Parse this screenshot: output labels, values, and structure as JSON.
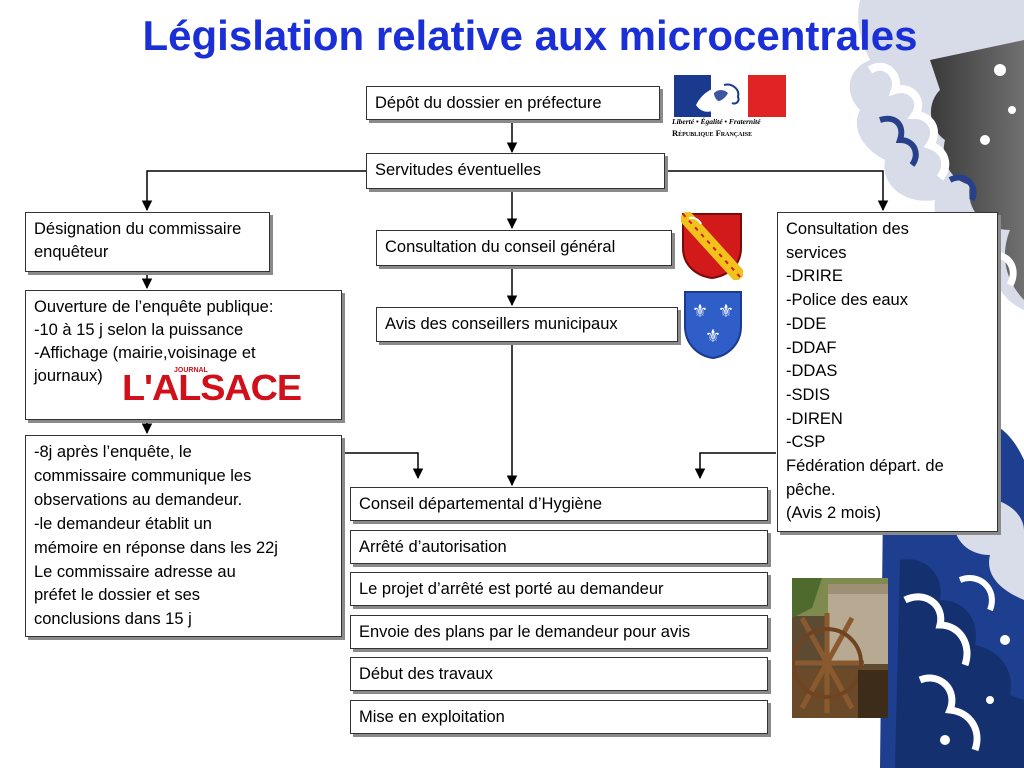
{
  "title": "Législation relative aux microcentrales",
  "boxes": {
    "depot": [
      "Dépôt du dossier en préfecture"
    ],
    "servitudes": [
      "Servitudes éventuelles"
    ],
    "designation": [
      "Désignation du commissaire",
      "enquêteur"
    ],
    "conseil_general": [
      "Consultation du conseil général"
    ],
    "avis_conseillers": [
      "Avis des conseillers municipaux"
    ],
    "consultation_services": [
      "Consultation des",
      "services",
      "-DRIRE",
      "-Police des eaux",
      "-DDE",
      "-DDAF",
      "-DDAS",
      "-SDIS",
      "-DIREN",
      "-CSP",
      "Fédération départ. de",
      "pêche.",
      "(Avis 2 mois)"
    ],
    "ouverture": [
      "Ouverture de l’enquête publique:",
      "-10 à 15 j selon la puissance",
      "-Affichage (mairie,voisinage et",
      "journaux)"
    ],
    "huit_jours": [
      "-8j après l’enquête, le",
      "commissaire communique les",
      "observations au demandeur.",
      "-le demandeur établit un",
      "mémoire en réponse dans les 22j",
      "Le commissaire adresse au",
      "préfet le dossier et ses",
      "conclusions dans 15 j"
    ],
    "cdh": [
      "Conseil départemental d’Hygiène"
    ],
    "arrete": [
      "Arrêté d’autorisation"
    ],
    "projet": [
      "Le projet d’arrêté est porté au demandeur"
    ],
    "envoie": [
      "Envoie des plans par le demandeur pour avis"
    ],
    "debut": [
      "Début des travaux"
    ],
    "mise": [
      "Mise en exploitation"
    ]
  },
  "logos": {
    "republique": {
      "motto": "Liberté • Égalité • Fraternité",
      "name": "République Française"
    },
    "alsace": {
      "small": "JOURNAL",
      "word": "L'ALSACE"
    }
  },
  "colors": {
    "title": "#1a2fd6",
    "connector": "#000000",
    "box_border": "#333333",
    "box_shadow": "#8a8a8a"
  }
}
